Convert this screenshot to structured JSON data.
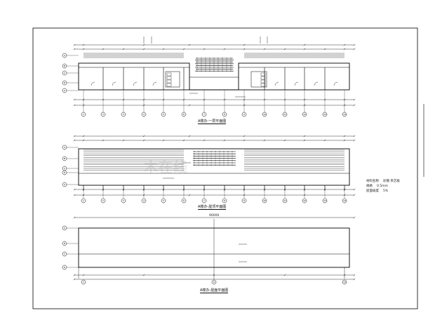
{
  "drawing": {
    "plan1_caption": "A楼办-一层平面图",
    "plan2_caption": "A楼办-屋顶平面图",
    "plan3_caption": "A楼办-屋面平面图",
    "watermark": "木在线",
    "legend": [
      {
        "key": "材料名称",
        "value": "彩钢 夹芯板"
      },
      {
        "key": "规格",
        "value": "0.5mm"
      },
      {
        "key": "屋面坡度",
        "value": "5%"
      }
    ],
    "total_dim_label": "90000",
    "axis_numbers": [
      "1",
      "2",
      "3",
      "4",
      "5",
      "6",
      "7",
      "8",
      "9",
      "10",
      "11",
      "12",
      "13",
      "14",
      "15",
      "16",
      "17"
    ],
    "axis_letters": [
      "A",
      "B",
      "C",
      "D"
    ]
  }
}
